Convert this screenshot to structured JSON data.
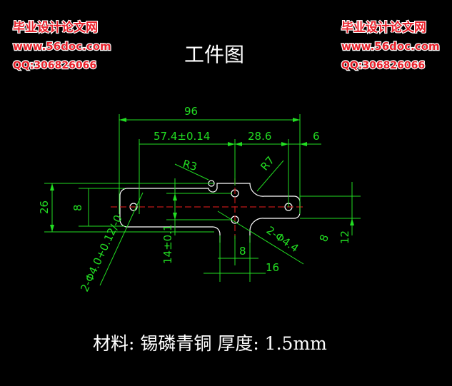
{
  "title": "工件图",
  "dimensions": {
    "overall_length": "96",
    "hole_spacing": "57.4±0.14",
    "offset": "28.6",
    "edge": "6",
    "radius_small": "R3",
    "radius_large": "R7",
    "overall_width": "26",
    "inner_width": "8",
    "slot_width": "14±0.1",
    "hole_spec_left": "2-Φ4.0+0.12/-0",
    "hole_spec_right": "2-Φ4.4",
    "tab_offset": "8",
    "tab_width": "16",
    "right_height": "12",
    "right_hole_spacing": "8"
  },
  "watermarks": {
    "site_name": "毕业设计论文网",
    "url": "www.56doc.com",
    "qq": "QQ:306826066"
  },
  "material_note": "材料: 锡磷青铜 厚度: 1.5mm",
  "colors": {
    "dimension": "#22dd22",
    "outline": "#ffffff",
    "centerline": "#c01818",
    "watermark": "#e8202a"
  }
}
